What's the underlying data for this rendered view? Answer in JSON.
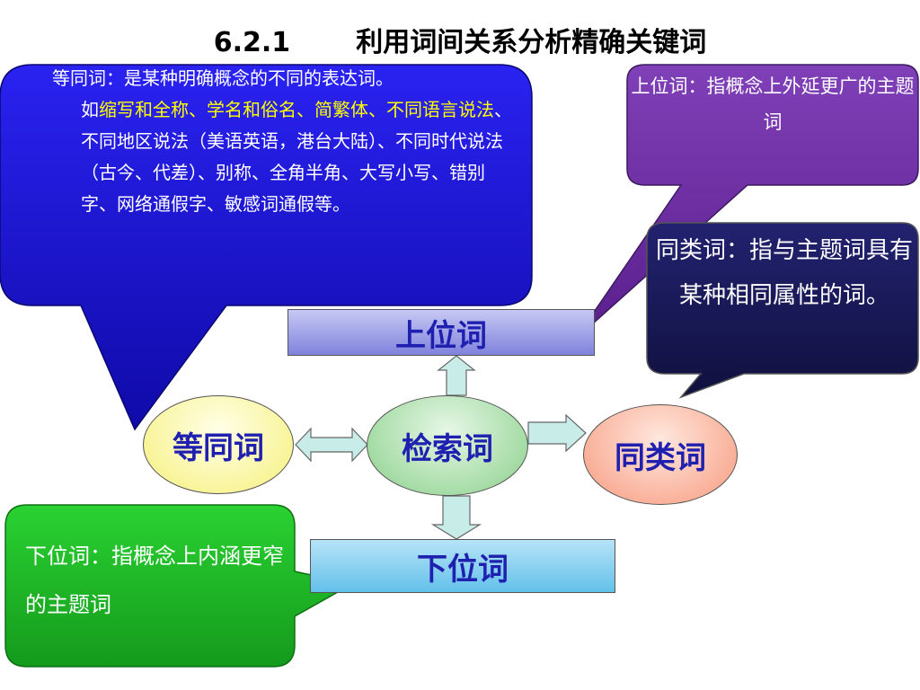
{
  "title": "6.2.1       利用词间关系分析精确关键词",
  "callouts": {
    "synonym": {
      "line1": "等同词：是某种明确概念的不同的表达词。",
      "highlight_prefix": "如",
      "highlight": "缩写和全称、学名和俗名、简繁体、不同语言说法",
      "rest": "、不同地区说法（美语英语，港台大陆）、不同时代说法（古今、代差）、别称、全角半角、大写小写、错别字、网络通假字、敏感词通假等。"
    },
    "broader": "上位词：指概念上外延更广的主题词",
    "related": "同类词：指与主题词具有某种相同属性的词。",
    "narrower": "下位词：指概念上内涵更窄的主题词"
  },
  "nodes": {
    "broader": "上位词",
    "synonym": "等同词",
    "search": "检索词",
    "related": "同类词",
    "narrower": "下位词"
  },
  "colors": {
    "synonym_callout": "#1a12e0",
    "broader_callout": "#7030a0",
    "related_callout": "#1a1a5e",
    "narrower_callout": "#22c02a",
    "node_text": "#1f1fb0",
    "highlight_text": "#ffff00",
    "arrow_fill": "#c8ece8"
  }
}
